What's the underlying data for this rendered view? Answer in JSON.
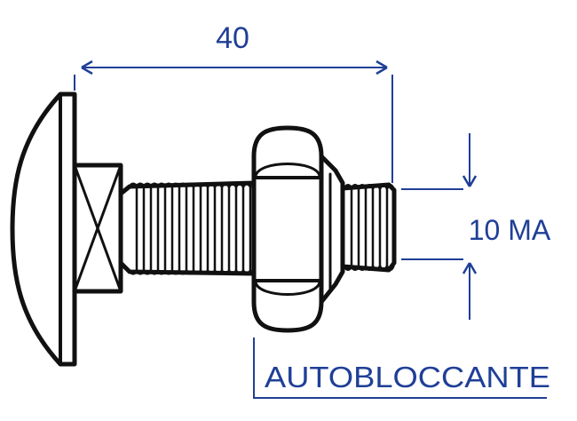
{
  "drawing": {
    "length_label": "40",
    "thread_label": "10 MA",
    "nut_label": "AUTOBLOCCANTE"
  },
  "colors": {
    "dimension": "#1f3f97",
    "outline": "#111111",
    "fill": "#ffffff"
  }
}
